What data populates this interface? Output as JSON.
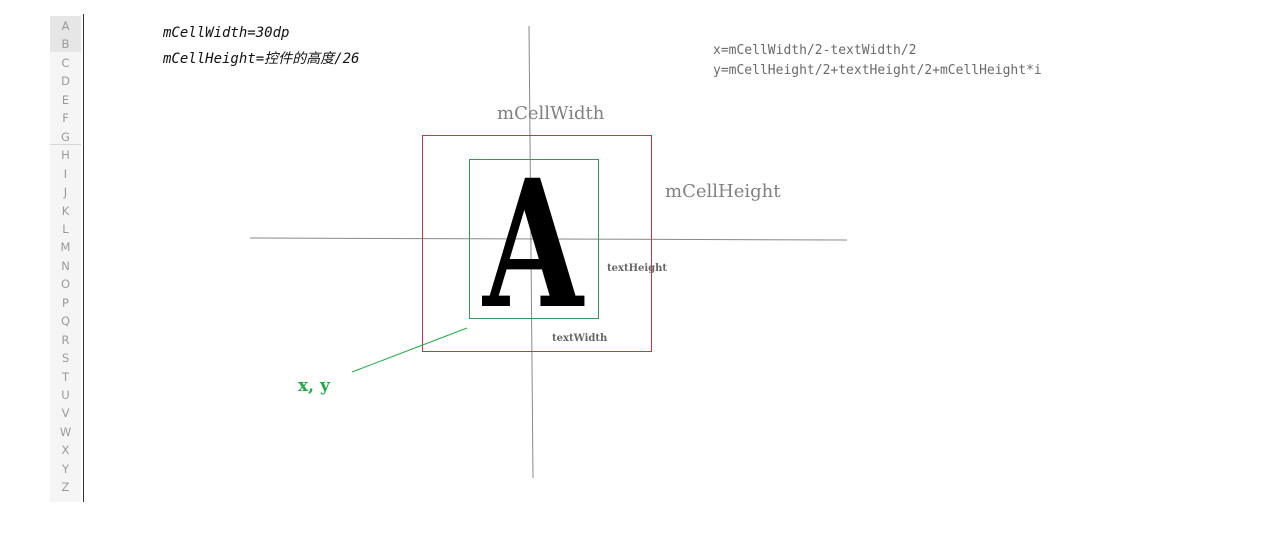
{
  "sidebar": {
    "letters": [
      "A",
      "B",
      "C",
      "D",
      "E",
      "F",
      "G",
      "H",
      "I",
      "J",
      "K",
      "L",
      "M",
      "N",
      "O",
      "P",
      "Q",
      "R",
      "S",
      "T",
      "U",
      "V",
      "W",
      "X",
      "Y",
      "Z"
    ]
  },
  "notes": {
    "cell_width_def": "mCellWidth=30dp",
    "cell_height_def": "mCellHeight=控件的高度/26",
    "x_formula": "x=mCellWidth/2-textWidth/2",
    "y_formula": "y=mCellHeight/2+textHeight/2+mCellHeight*i"
  },
  "diagram": {
    "cell_width_label": "mCellWidth",
    "cell_height_label": "mCellHeight",
    "text_height_label": "textHeight",
    "text_width_label": "textWidth",
    "xy_label": "x, y",
    "sample_letter": "A"
  },
  "colors": {
    "cell_box": "#cc3344",
    "text_box": "#339955",
    "axis": "#888888",
    "xy_pointer": "#22aa44"
  }
}
